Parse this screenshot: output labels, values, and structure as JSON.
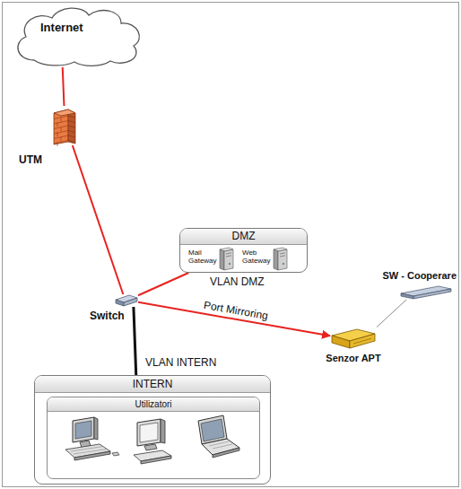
{
  "diagram": {
    "nodes": [
      {
        "text": [
          "Internet"
        ]
      },
      {
        "text": [
          "UTM"
        ]
      },
      {
        "text": [
          "DMZ"
        ]
      },
      {
        "text": [
          "Mail Gateway"
        ],
        "in": 2
      },
      {
        "text": [
          "Web Gateway"
        ],
        "in": 2
      },
      {
        "text": [
          "Switch"
        ]
      },
      {
        "text": [
          "INTERN"
        ]
      },
      {
        "text": [
          "Utilizatori"
        ],
        "in": 6
      },
      {
        "text": [
          "Senzor APT"
        ]
      },
      {
        "text": [
          "SW - Cooperare"
        ]
      }
    ],
    "edges": [
      {
        "from": 0,
        "to": 1,
        "arrow": "none"
      },
      {
        "from": 1,
        "to": 5,
        "arrow": "none"
      },
      {
        "from": 5,
        "to": 2,
        "label": "VLAN DMZ",
        "arrow": "none"
      },
      {
        "from": 5,
        "to": 6,
        "label": "VLAN INTERN",
        "arrow": "none"
      },
      {
        "from": 5,
        "to": 8,
        "label": "Port Mirroring",
        "arrow": "to"
      },
      {
        "from": 8,
        "to": 9,
        "arrow": "none"
      }
    ]
  }
}
